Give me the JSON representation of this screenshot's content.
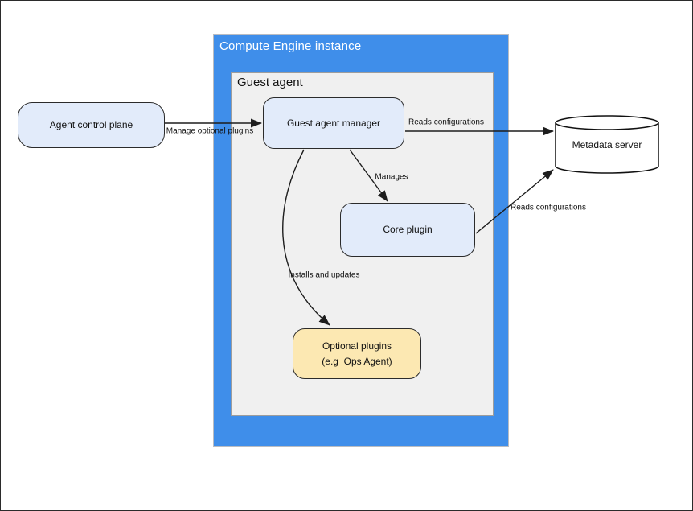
{
  "diagram": {
    "container_title": "Compute Engine instance",
    "group_title": "Guest agent",
    "nodes": {
      "agent_control_plane": {
        "label": "Agent control plane"
      },
      "guest_agent_manager": {
        "label": "Guest agent manager"
      },
      "core_plugin": {
        "label": "Core plugin"
      },
      "optional_plugins": {
        "label": "Optional plugins\n(e.g  Ops Agent)"
      },
      "metadata_server": {
        "label": "Metadata server"
      }
    },
    "edges": {
      "manage_optional_plugins": {
        "label": "Manage optional plugins"
      },
      "manager_reads_configurations": {
        "label": "Reads configurations"
      },
      "manages": {
        "label": "Manages"
      },
      "core_reads_configurations": {
        "label": "Reads configurations"
      },
      "installs_and_updates": {
        "label": "Installs and updates"
      }
    },
    "colors": {
      "container_blue": "#3F8EEA",
      "group_gray": "#F0F0F0",
      "node_blue": "#E2EBFA",
      "node_yellow": "#FCE8B2",
      "edge_stroke": "#1d1d1d"
    }
  }
}
